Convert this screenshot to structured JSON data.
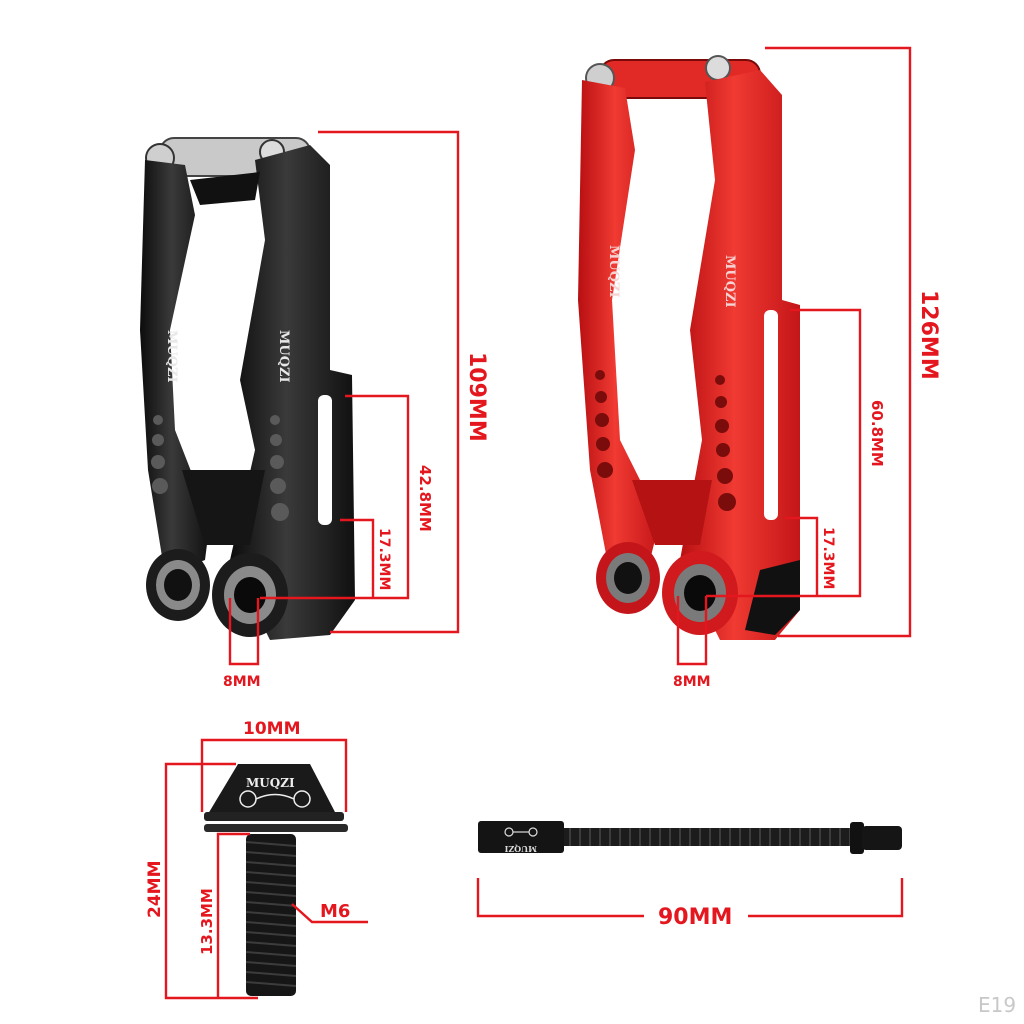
{
  "products": {
    "black_caliper": {
      "color": "#1a1a1a",
      "brand_marks": [
        "MUQZI",
        "MUQZI"
      ],
      "dimensions": {
        "total_height": "109MM",
        "slot_height": "42.8MM",
        "pivot_offset": "17.3MM",
        "pivot_diameter": "8MM"
      }
    },
    "red_caliper": {
      "color": "#d81f1f",
      "brand_marks": [
        "MUQZI",
        "MUQZI"
      ],
      "dimensions": {
        "total_height": "126MM",
        "slot_height": "60.8MM",
        "pivot_offset": "17.3MM",
        "pivot_diameter": "8MM"
      }
    },
    "bolt": {
      "brand_mark": "MUQZI",
      "dimensions": {
        "head_width": "10MM",
        "total_length": "24MM",
        "thread_length": "13.3MM",
        "thread_size": "M6"
      }
    },
    "noodle": {
      "brand_mark": "MUQZI",
      "dimensions": {
        "length": "90MM"
      }
    }
  },
  "watermark": "E19",
  "accent_color": "#e4161e"
}
